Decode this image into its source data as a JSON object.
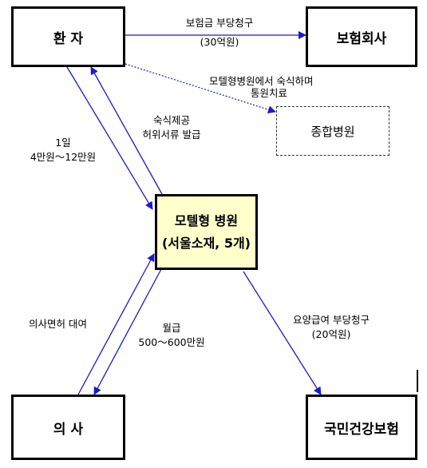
{
  "nodes": {
    "patient": "환 자",
    "insurer": "보험회사",
    "general_hospital": "종합병원",
    "motel_hospital_line1": "모텔형 병원",
    "motel_hospital_line2": "(서울소재, 5개)",
    "doctor": "의 사",
    "nhis": "국민건강보험"
  },
  "edges": {
    "patient_insurer_line1": "보험금 부당청구",
    "patient_insurer_line2": "(30억원)",
    "patient_general_line1": "모텔형병원에서 숙식하며",
    "patient_general_line2": "통원치료",
    "daily_line1": "1일",
    "daily_line2": "4만원～12만원",
    "lodging_line1": "숙식제공",
    "lodging_line2": "허위서류 발급",
    "license_rental": "의사면허 대여",
    "salary_line1": "월급",
    "salary_line2": "500～600만원",
    "nhis_claim_line1": "요양급여 부당청구",
    "nhis_claim_line2": "(20억원)"
  },
  "colors": {
    "arrow": "#1a1acc",
    "dotted": "#1a1acc",
    "center_fill": "#ffffcc"
  }
}
